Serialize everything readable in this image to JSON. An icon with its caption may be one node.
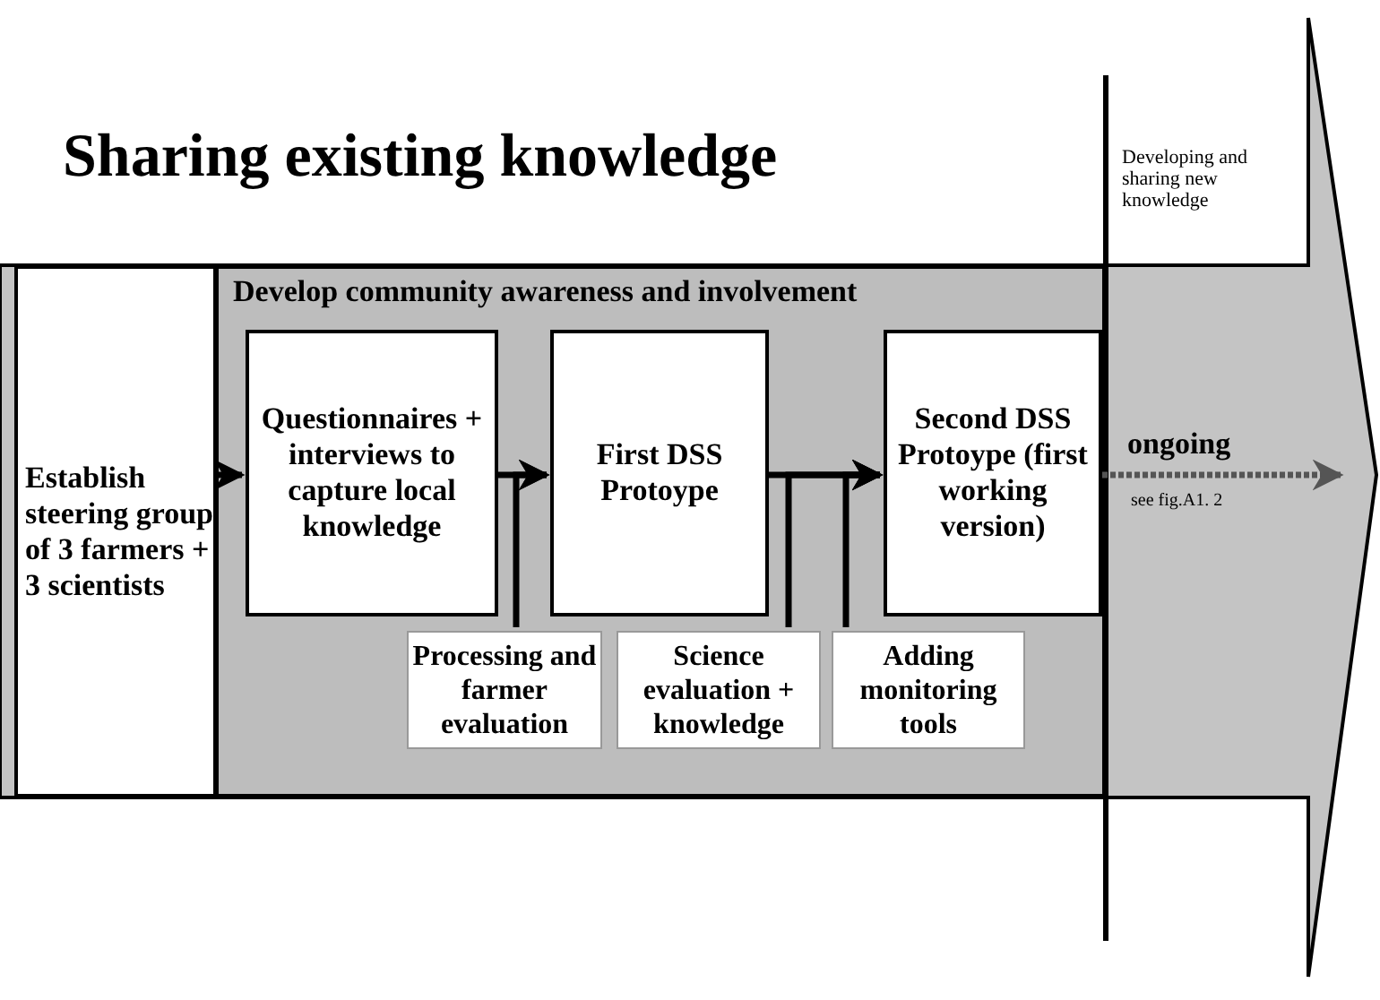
{
  "diagram": {
    "title": "Sharing existing knowledge",
    "nodes": [
      {
        "text": [
          "Establish steering group of 3 farmers + 3 scientists"
        ]
      },
      {
        "text": [
          "Develop community awareness and involvement"
        ]
      },
      {
        "text": [
          "Questionnaires + interviews to capture local knowledge"
        ],
        "in": 1
      },
      {
        "text": [
          "First DSS Protoype"
        ],
        "in": 1
      },
      {
        "text": [
          "Second DSS Protoype (first working version)"
        ],
        "in": 1
      },
      {
        "text": [
          "Processing and farmer evaluation"
        ],
        "in": 1
      },
      {
        "text": [
          "Science evaluation + knowledge"
        ],
        "in": 1
      },
      {
        "text": [
          "Adding monitoring tools"
        ],
        "in": 1
      }
    ],
    "edges": [
      {
        "from": 0,
        "to": 2,
        "arrow": "to"
      },
      {
        "from": 2,
        "to": 3,
        "arrow": "to"
      },
      {
        "from": 3,
        "to": 4,
        "arrow": "to"
      },
      {
        "from": 5,
        "to": 3,
        "arrow": "to"
      },
      {
        "from": 6,
        "to": 4,
        "arrow": "to"
      },
      {
        "from": 7,
        "to": 4,
        "arrow": "to"
      },
      {
        "from": 4,
        "to": null,
        "arrow": "to",
        "label": "ongoing",
        "style": "dashed",
        "color": "#555555"
      }
    ],
    "labels": [
      "Developing and sharing new knowledge",
      "see fig.A1. 2"
    ]
  }
}
